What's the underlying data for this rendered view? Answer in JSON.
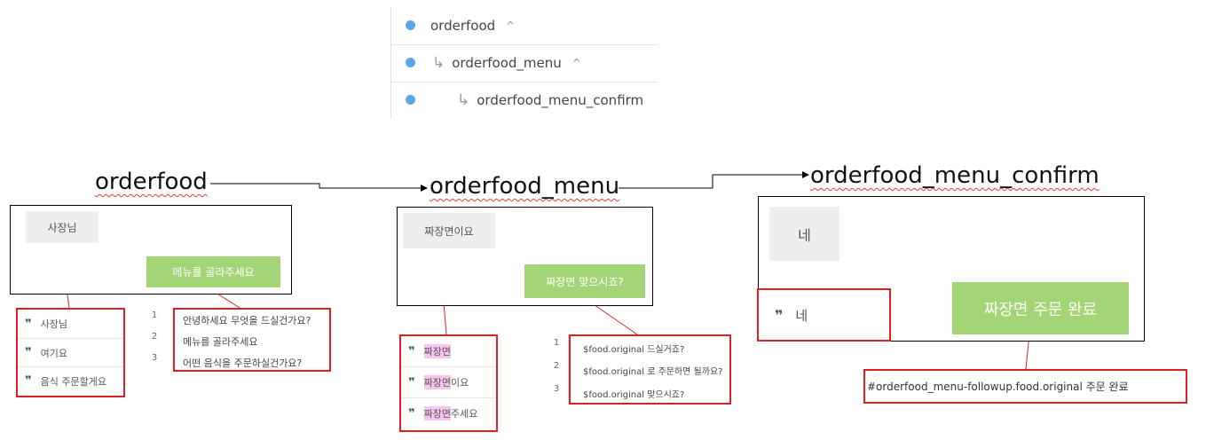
{
  "context_tree": [
    {
      "label": "orderfood",
      "chevron": "^",
      "arrow": ""
    },
    {
      "label": "orderfood_menu",
      "chevron": "^",
      "arrow": "↳"
    },
    {
      "label": "orderfood_menu_confirm",
      "chevron": "",
      "arrow": "↳"
    }
  ],
  "intents": [
    {
      "title": "orderfood",
      "user_bubble": "사장님",
      "bot_bubble": "메뉴를 골라주세요",
      "phrases": [
        {
          "pre": "",
          "hl": "",
          "post": "사장님"
        },
        {
          "pre": "",
          "hl": "",
          "post": "여기요"
        },
        {
          "pre": "",
          "hl": "",
          "post": "음식 주문할게요"
        }
      ],
      "responses": [
        {
          "num": "1",
          "text": "안녕하세요 무엇을 드실건가요?"
        },
        {
          "num": "2",
          "text": "메뉴를 골라주세요"
        },
        {
          "num": "3",
          "text": "어떤 음식을 주문하실건가요?"
        }
      ]
    },
    {
      "title": "orderfood_menu",
      "user_bubble": "짜장면이요",
      "bot_bubble": "짜장면 맞으시죠?",
      "phrases": [
        {
          "pre": "",
          "hl": "짜장면",
          "post": ""
        },
        {
          "pre": "",
          "hl": "짜장면",
          "post": "이요"
        },
        {
          "pre": "",
          "hl": "짜장면",
          "post": " 주세요"
        }
      ],
      "responses": [
        {
          "num": "1",
          "text": "$food.original 드실거죠?"
        },
        {
          "num": "2",
          "text": "$food.original 로 주문하면 될까요?"
        },
        {
          "num": "3",
          "text": "$food.original 맞으시죠?"
        }
      ]
    },
    {
      "title": "orderfood_menu_confirm",
      "user_bubble": "네",
      "bot_bubble": "짜장면 주문 완료",
      "phrases": [
        {
          "pre": "",
          "hl": "",
          "post": "네"
        }
      ],
      "responses": [
        {
          "num": "",
          "text": "#orderfood_menu-followup.food.original 주문 완료"
        }
      ]
    }
  ],
  "colors": {
    "dot": "#5aa6e6",
    "bot_bubble": "#a3d576",
    "user_bubble": "#eeeeee",
    "red_box": "#e02020",
    "highlight": "#f7c6ef"
  },
  "icons": [
    "quote-icon",
    "return-arrow-icon",
    "chevron-up-icon"
  ]
}
